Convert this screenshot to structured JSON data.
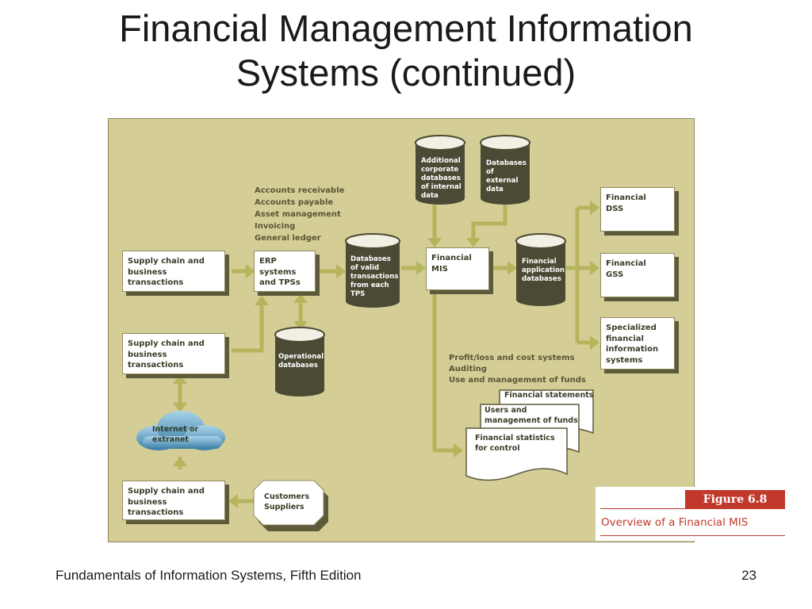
{
  "slide": {
    "title_line1": "Financial Management Information",
    "title_line2": "Systems (continued)",
    "footer_left": "Fundamentals of Information Systems, Fifth Edition",
    "page_number": "23"
  },
  "figure": {
    "number": "Figure 6.8",
    "caption": "Overview of a Financial MIS"
  },
  "diagram": {
    "supply_chain_1": "Supply chain and\nbusiness transactions",
    "supply_chain_2": "Supply chain and\nbusiness transactions",
    "supply_chain_3": "Supply chain and\nbusiness transactions",
    "customers_suppliers": "Customers\nSuppliers",
    "internet_cloud": "Internet or\nextranet",
    "erp": "ERP systems\nand TPSs",
    "operational_db": "Operational\ndatabases",
    "valid_transactions_db": "Databases\nof valid\ntransactions\nfrom each\nTPS",
    "internal_db": "Additional\ncorporate\ndatabases\nof internal\ndata",
    "external_db": "Databases\nof\nexternal\ndata",
    "financial_mis": "Financial\nMIS",
    "financial_app_db": "Financial\napplication\ndatabases",
    "financial_dss": "Financial\nDSS",
    "financial_gss": "Financial\nGSS",
    "specialized_fis": "Specialized\nfinancial\ninformation\nsystems",
    "erp_functions": [
      "Accounts receivable",
      "Accounts payable",
      "Asset management",
      "Invoicing",
      "General ledger"
    ],
    "mis_functions": [
      "Profit/loss and cost systems",
      "Auditing",
      "Use and management of funds"
    ],
    "report_financial_statements": "Financial statements",
    "report_users_funds": "Users and\nmanagement of funds",
    "report_statistics": "Financial statistics\nfor control"
  },
  "colors": {
    "panel_background": "#d4ce96",
    "arrow": "#b6b45c",
    "cylinder": "#4b4a35",
    "figure_accent": "#c0392b",
    "cloud": "#6aa3c4"
  }
}
